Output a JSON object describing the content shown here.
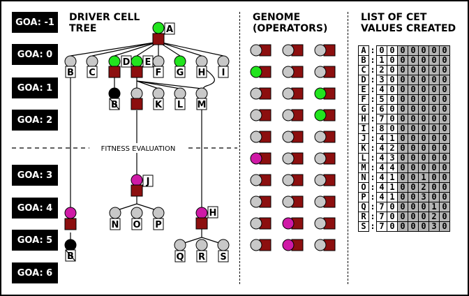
{
  "goa_labels": [
    "GOA: -1",
    "GOA: 0",
    "GOA: 1",
    "GOA: 2",
    "GOA: 3",
    "GOA: 4",
    "GOA: 5",
    "GOA: 6"
  ],
  "titles": {
    "tree": "DRIVER CELL\nTREE",
    "genome": "GENOME\n(OPERATORS)",
    "cet": "LIST OF CET\nVALUES CREATED"
  },
  "fitness_label": "FITNESS EVALUATION",
  "colors": {
    "gray": "#c8c8c8",
    "green": "#22e41e",
    "magenta": "#cf1aa6",
    "black": "#000000",
    "maroon": "#8c0f0f"
  },
  "tree_labels": {
    "A": "A",
    "B": "B",
    "C": "C",
    "D": "D",
    "E": "E",
    "F": "F",
    "G": "G",
    "H": "H",
    "I": "I",
    "J": "J",
    "K": "K",
    "L": "L",
    "M": "M",
    "N": "N",
    "O": "O",
    "P": "P",
    "Q": "Q",
    "R": "R",
    "S": "S"
  },
  "genome_rows": [
    [
      "gray",
      "gray",
      "gray"
    ],
    [
      "green",
      "gray",
      "gray"
    ],
    [
      "gray",
      "gray",
      "green"
    ],
    [
      "gray",
      "gray",
      "green"
    ],
    [
      "gray",
      "gray",
      "gray"
    ],
    [
      "magenta",
      "gray",
      "gray"
    ],
    [
      "gray",
      "gray",
      "gray"
    ],
    [
      "gray",
      "gray",
      "gray"
    ],
    [
      "gray",
      "magenta",
      "gray"
    ],
    [
      "gray",
      "magenta",
      "gray"
    ]
  ],
  "cet_rows": [
    {
      "label": "A",
      "values": [
        "0",
        "0",
        "0",
        "0",
        "0",
        "0",
        "0"
      ]
    },
    {
      "label": "B",
      "values": [
        "1",
        "0",
        "0",
        "0",
        "0",
        "0",
        "0"
      ]
    },
    {
      "label": "C",
      "values": [
        "2",
        "0",
        "0",
        "0",
        "0",
        "0",
        "0"
      ]
    },
    {
      "label": "D",
      "values": [
        "3",
        "0",
        "0",
        "0",
        "0",
        "0",
        "0"
      ]
    },
    {
      "label": "E",
      "values": [
        "4",
        "0",
        "0",
        "0",
        "0",
        "0",
        "0"
      ]
    },
    {
      "label": "F",
      "values": [
        "5",
        "0",
        "0",
        "0",
        "0",
        "0",
        "0"
      ]
    },
    {
      "label": "G",
      "values": [
        "6",
        "0",
        "0",
        "0",
        "0",
        "0",
        "0"
      ]
    },
    {
      "label": "H",
      "values": [
        "7",
        "0",
        "0",
        "0",
        "0",
        "0",
        "0"
      ]
    },
    {
      "label": "I",
      "values": [
        "8",
        "0",
        "0",
        "0",
        "0",
        "0",
        "0"
      ]
    },
    {
      "label": "J",
      "values": [
        "4",
        "1",
        "0",
        "0",
        "0",
        "0",
        "0"
      ]
    },
    {
      "label": "K",
      "values": [
        "4",
        "2",
        "0",
        "0",
        "0",
        "0",
        "0"
      ]
    },
    {
      "label": "L",
      "values": [
        "4",
        "3",
        "0",
        "0",
        "0",
        "0",
        "0"
      ]
    },
    {
      "label": "M",
      "values": [
        "4",
        "4",
        "0",
        "0",
        "0",
        "0",
        "0"
      ]
    },
    {
      "label": "N",
      "values": [
        "4",
        "1",
        "0",
        "0",
        "1",
        "0",
        "0"
      ]
    },
    {
      "label": "O",
      "values": [
        "4",
        "1",
        "0",
        "0",
        "2",
        "0",
        "0"
      ]
    },
    {
      "label": "P",
      "values": [
        "4",
        "1",
        "0",
        "0",
        "3",
        "0",
        "0"
      ]
    },
    {
      "label": "Q",
      "values": [
        "7",
        "0",
        "0",
        "0",
        "0",
        "1",
        "0"
      ]
    },
    {
      "label": "R",
      "values": [
        "7",
        "0",
        "0",
        "0",
        "0",
        "2",
        "0"
      ]
    },
    {
      "label": "S",
      "values": [
        "7",
        "0",
        "0",
        "0",
        "0",
        "3",
        "0"
      ]
    }
  ]
}
